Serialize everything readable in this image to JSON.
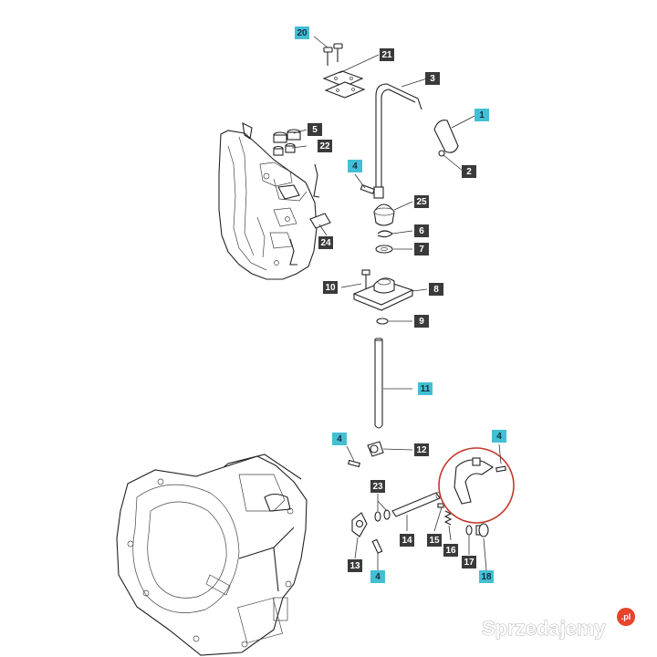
{
  "diagram": {
    "highlight_color": "#43bfd4",
    "default_color": "#3a3a3a",
    "label_text_dark": "#ffffff",
    "label_text_light": "#1a2a44",
    "circle_color": "#c0392b",
    "callouts": [
      {
        "id": "c20",
        "num": "20",
        "highlight": true
      },
      {
        "id": "c21",
        "num": "21",
        "highlight": false
      },
      {
        "id": "c3",
        "num": "3",
        "highlight": false
      },
      {
        "id": "c1",
        "num": "1",
        "highlight": true
      },
      {
        "id": "c5",
        "num": "5",
        "highlight": false
      },
      {
        "id": "c22",
        "num": "22",
        "highlight": false
      },
      {
        "id": "c2",
        "num": "2",
        "highlight": false
      },
      {
        "id": "c4a",
        "num": "4",
        "highlight": true
      },
      {
        "id": "c25",
        "num": "25",
        "highlight": false
      },
      {
        "id": "c6",
        "num": "6",
        "highlight": false
      },
      {
        "id": "c24",
        "num": "24",
        "highlight": false
      },
      {
        "id": "c7",
        "num": "7",
        "highlight": false
      },
      {
        "id": "c10",
        "num": "10",
        "highlight": false
      },
      {
        "id": "c8",
        "num": "8",
        "highlight": false
      },
      {
        "id": "c9",
        "num": "9",
        "highlight": false
      },
      {
        "id": "c11",
        "num": "11",
        "highlight": true
      },
      {
        "id": "c4b",
        "num": "4",
        "highlight": true
      },
      {
        "id": "c12",
        "num": "12",
        "highlight": false
      },
      {
        "id": "c4c",
        "num": "4",
        "highlight": true
      },
      {
        "id": "c23",
        "num": "23",
        "highlight": false
      },
      {
        "id": "c14",
        "num": "14",
        "highlight": false
      },
      {
        "id": "c15",
        "num": "15",
        "highlight": false
      },
      {
        "id": "c16",
        "num": "16",
        "highlight": false
      },
      {
        "id": "c17",
        "num": "17",
        "highlight": false
      },
      {
        "id": "c13",
        "num": "13",
        "highlight": false
      },
      {
        "id": "c4d",
        "num": "4",
        "highlight": true
      },
      {
        "id": "c18",
        "num": "18",
        "highlight": true
      }
    ]
  },
  "watermark": {
    "text": "Sprzedajemy",
    "suffix": ".pl",
    "badge_color": "#e8432b"
  }
}
